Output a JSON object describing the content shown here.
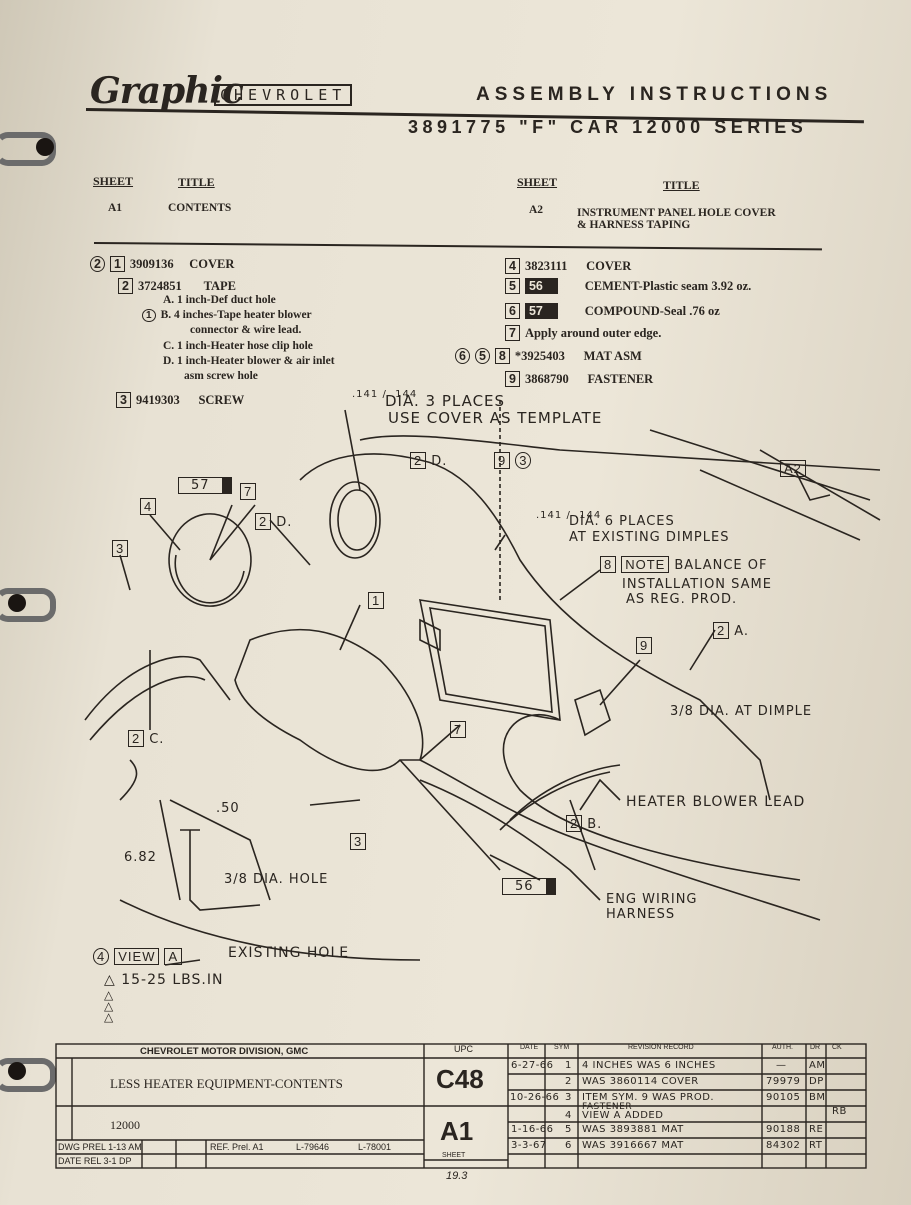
{
  "header": {
    "logo": "Graphic",
    "brand": "CHEVROLET",
    "title": "ASSEMBLY INSTRUCTIONS",
    "part_line": "3891775 \"F\" CAR 12000 SERIES"
  },
  "index": {
    "sheet_col": "SHEET",
    "title_col": "TITLE",
    "rows": [
      {
        "sheet": "A1",
        "title": "CONTENTS"
      },
      {
        "sheet": "A2",
        "title": "INSTRUMENT PANEL HOLE COVER",
        "title2": "& HARNESS TAPING"
      }
    ]
  },
  "parts_left": {
    "p1": {
      "circle": "2",
      "num": "1",
      "part": "3909136",
      "name": "COVER"
    },
    "p2": {
      "num": "2",
      "part": "3724851",
      "name": "TAPE"
    },
    "a": "A.  1 inch-Def duct hole",
    "b": "B.  4 inches-Tape heater blower",
    "b_circle": "1",
    "b2": "connector & wire lead.",
    "c": "C.  1 inch-Heater hose clip hole",
    "d": "D.  1 inch-Heater blower & air inlet",
    "d2": "asm screw hole",
    "p3": {
      "num": "3",
      "part": "9419303",
      "name": "SCREW"
    }
  },
  "parts_right": {
    "p4": {
      "num": "4",
      "part": "3823111",
      "name": "COVER"
    },
    "p5": {
      "num": "5",
      "tag": "56",
      "name": "CEMENT-Plastic seam 3.92 oz."
    },
    "p6": {
      "num": "6",
      "tag": "57",
      "name": "COMPOUND-Seal .76 oz"
    },
    "p7": {
      "num": "7",
      "name": "Apply around outer edge."
    },
    "p8": {
      "circles": [
        "6",
        "5"
      ],
      "num": "8",
      "part": "*3925403",
      "name": "MAT ASM"
    },
    "p9": {
      "num": "9",
      "part": "3868790",
      "name": "FASTENER"
    }
  },
  "callouts": {
    "dia3_frac": ".141 / .144",
    "dia3": "DIA. 3 PLACES",
    "template": "USE COVER AS TEMPLATE",
    "dia6_frac": ".141 / .144",
    "dia6": "DIA. 6 PLACES",
    "dimples": "AT EXISTING DIMPLES",
    "note_num": "8",
    "note": "NOTE",
    "balance": "BALANCE OF",
    "install": "INSTALLATION SAME",
    "asreg": "AS REG. PROD.",
    "dimple": "3/8 DIA. AT DIMPLE",
    "blower": "HEATER BLOWER LEAD",
    "eng": "ENG WIRING",
    "harness": "HARNESS",
    "dim50": ".50",
    "dim682": "6.82",
    "hole": "3/8 DIA. HOLE",
    "existing": "EXISTING HOLE",
    "view_circle": "4",
    "view": "VIEW",
    "view_letter": "A",
    "torque": "15-25 LBS.IN",
    "tag57": "57",
    "tag56": "56",
    "lbl2a": "2",
    "lbl2b": "2",
    "lbl2c": "2",
    "lbl2d": "2",
    "lbl2e": "2",
    "A": "A.",
    "B": "B.",
    "C": "C.",
    "D": "D.",
    "D2": "D.",
    "lbl1": "1",
    "lbl3": "3",
    "lbl3b": "3",
    "lbl4": "4",
    "lbl7": "7",
    "lbl7b": "7",
    "lbl9": "9",
    "lbl9b": "9",
    "c3": "3",
    "a2": "A2"
  },
  "titleblock": {
    "division": "CHEVROLET MOTOR DIVISION, GMC",
    "upc_label": "UPC",
    "desc": "LESS HEATER EQUIPMENT-CONTENTS",
    "series": "12000",
    "upc": "C48",
    "sheet": "A1",
    "sheet_label": "SHEET",
    "dwg": "DWG PREL 1-13 AM",
    "date": "DATE REL 3-1 DP",
    "ref": "REF. Prel. A1",
    "l1": "L-79646",
    "l2": "L-78001",
    "cols": {
      "date": "DATE",
      "sym": "SYM",
      "record": "REVISION RECORD",
      "auth": "AUTH.",
      "dr": "DR",
      "ck": "CK"
    },
    "revs": [
      {
        "date": "6-27-66",
        "sym": "1",
        "text": "4 INCHES WAS 6 INCHES",
        "auth": "—",
        "dr": "AM"
      },
      {
        "date": "",
        "sym": "2",
        "text": "WAS 3860114 COVER",
        "auth": "79979",
        "dr": "DP"
      },
      {
        "date": "10-26-66",
        "sym": "3",
        "text": "ITEM SYM. 9 WAS PROD.",
        "auth": "90105",
        "dr": "BM"
      },
      {
        "date": "",
        "sym": "",
        "text": "FASTENER",
        "auth": "",
        "dr": ""
      },
      {
        "date": "",
        "sym": "4",
        "text": "VIEW A ADDED",
        "auth": "",
        "dr": "RB"
      },
      {
        "date": "1-16-66",
        "sym": "5",
        "text": "WAS 3893881 MAT",
        "auth": "90188",
        "dr": "RE"
      },
      {
        "date": "3-3-67",
        "sym": "6",
        "text": "WAS 3916667 MAT",
        "auth": "84302",
        "dr": "RT"
      }
    ],
    "page_num": "19.3"
  }
}
